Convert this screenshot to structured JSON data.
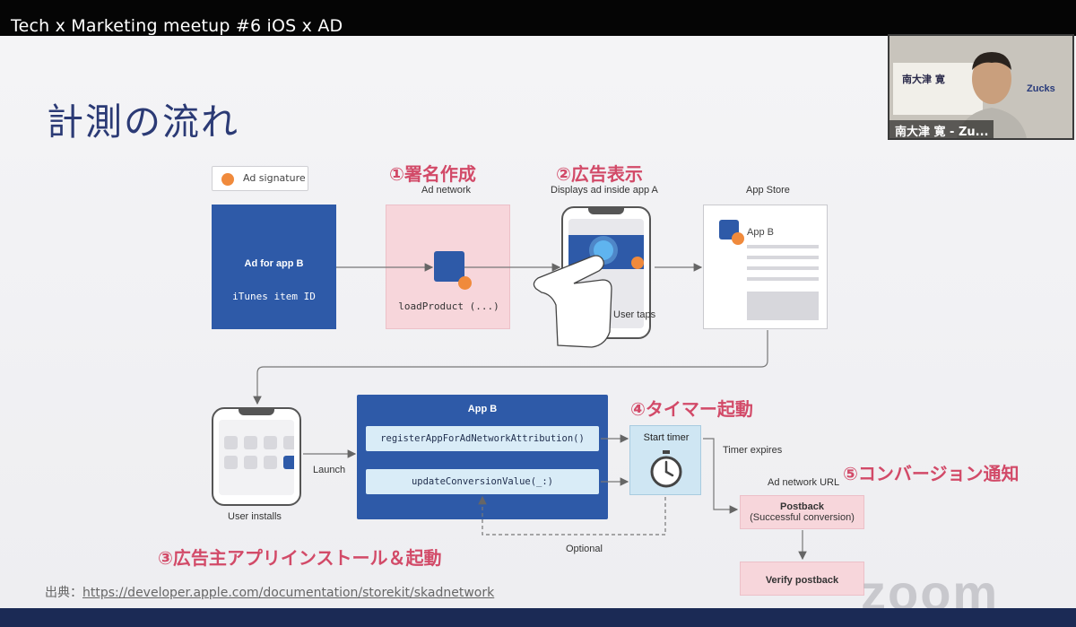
{
  "meeting": {
    "title": "Tech x Marketing meetup #6 iOS x AD"
  },
  "slide": {
    "title": "計測の流れ",
    "legend": {
      "label": "Ad signature"
    },
    "steps": {
      "s1": "①署名作成",
      "s2": "②広告表示",
      "s3": "③広告主アプリインストール＆起動",
      "s4": "④タイマー起動",
      "s5": "⑤コンバージョン通知"
    },
    "ad_for_app": {
      "title": "Ad for app B",
      "id": "iTunes item ID"
    },
    "ad_network": {
      "label": "Ad network",
      "code": "loadProduct (...)"
    },
    "display": {
      "label": "Displays ad inside app A",
      "taps": "User taps"
    },
    "app_store": {
      "label": "App Store",
      "app_name": "App B"
    },
    "install": {
      "label": "User installs",
      "launch": "Launch"
    },
    "app_b": {
      "title": "App B",
      "call1": "registerAppForAdNetworkAttribution()",
      "call2": "updateConversionValue(_:)",
      "optional": "Optional"
    },
    "timer": {
      "label": "Start timer",
      "expires": "Timer expires"
    },
    "postback": {
      "url_label": "Ad network URL",
      "title": "Postback",
      "subtitle": "(Successful conversion)",
      "verify": "Verify postback"
    },
    "source": {
      "prefix": "出典：",
      "url": "https://developer.apple.com/documentation/storekit/skadnetwork"
    }
  },
  "video": {
    "name": "南大津 寛 - Zu...",
    "banner": "南大津 寛",
    "logo": "Zucks"
  },
  "watermark": "zoom",
  "colors": {
    "title_navy": "#2b3a75",
    "step_pink": "#d24a68",
    "box_blue": "#2e5aa8",
    "signature_orange": "#f08a3c",
    "pink_fill": "#f7d6db",
    "timer_fill": "#cfe6f3"
  }
}
